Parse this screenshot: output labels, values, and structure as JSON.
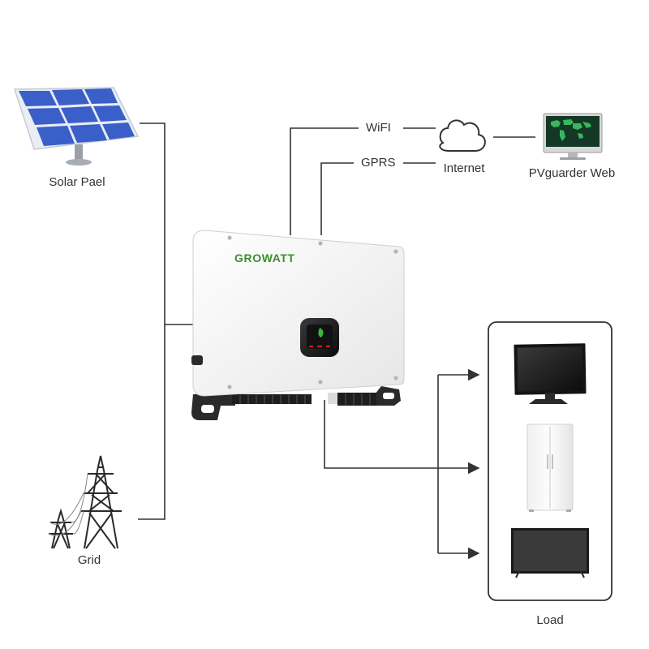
{
  "labels": {
    "solar_panel": "Solar Pael",
    "grid": "Grid",
    "wifi": "WiFI",
    "gprs": "GPRS",
    "internet": "Internet",
    "web": "PVguarder Web",
    "load": "Load"
  },
  "inverter": {
    "brand": "GROWATT",
    "brand_color": "#3a8f2a"
  },
  "colors": {
    "line": "#333333",
    "panel": "#3b5fc8",
    "inverter_body": "#f4f4f4"
  },
  "icons": [
    "solar-panel-icon",
    "power-tower-icon",
    "cloud-icon",
    "monitor-icon",
    "tv-icon",
    "refrigerator-icon"
  ]
}
